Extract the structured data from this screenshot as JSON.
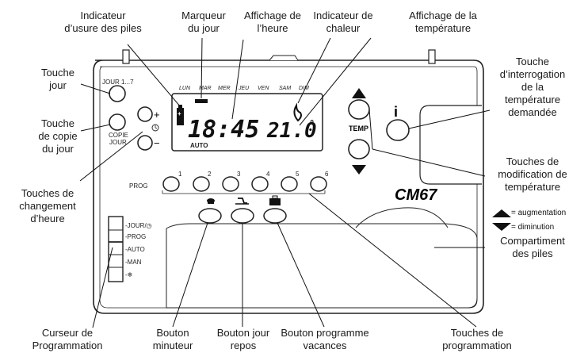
{
  "labels": {
    "battery_wear": [
      "Indicateur",
      "d’usure des piles"
    ],
    "day_marker": [
      "Marqueur",
      "du jour"
    ],
    "time_display": [
      "Affichage de",
      "l’heure"
    ],
    "heat_indicator": [
      "Indicateur de",
      "chaleur"
    ],
    "temp_display": [
      "Affichage de la",
      "température"
    ],
    "day_button": [
      "Touche",
      "jour"
    ],
    "copy_day": [
      "Touche",
      "de copie",
      "du jour"
    ],
    "time_change": [
      "Touches de",
      "changement",
      "d’heure"
    ],
    "temp_query": [
      "Touche",
      "d’interrogation",
      "de la",
      "température",
      "demandée"
    ],
    "temp_modify": [
      "Touches de",
      "modification de",
      "température"
    ],
    "battery_compartment": [
      "Compartiment",
      "des piles"
    ],
    "prog_cursor": [
      "Curseur de",
      "Programmation"
    ],
    "timer_button": [
      "Bouton",
      "minuteur"
    ],
    "rest_day_button": [
      "Bouton jour",
      "repos"
    ],
    "holiday_button": [
      "Bouton programme",
      "vacances"
    ],
    "prog_keys": [
      "Touches de",
      "programmation"
    ]
  },
  "legend": {
    "increase": "= augmentation",
    "decrease": "= diminution"
  },
  "device": {
    "jour_label": "JOUR 1...7",
    "copie_label": [
      "COPIE",
      "JOUR"
    ],
    "plus": "+",
    "minus": "−",
    "days": [
      "LUN",
      "MAR",
      "MER",
      "JEU",
      "VEN",
      "SAM",
      "DIM"
    ],
    "time": "18:45",
    "temp": "21.0",
    "deg": "°",
    "auto": "AUTO",
    "temp_btn": "TEMP",
    "info": "i",
    "prog": "PROG",
    "prog_numbers": [
      "1",
      "2",
      "3",
      "4",
      "5",
      "6"
    ],
    "brand": "CM67",
    "switch_positions": [
      "-JOUR/◷",
      "-PROG",
      "-AUTO",
      "-MAN",
      "-❄"
    ]
  },
  "colors": {
    "outline": "#222222",
    "lcd_bg": "#ffffff",
    "button_fill": "#ffffff"
  }
}
